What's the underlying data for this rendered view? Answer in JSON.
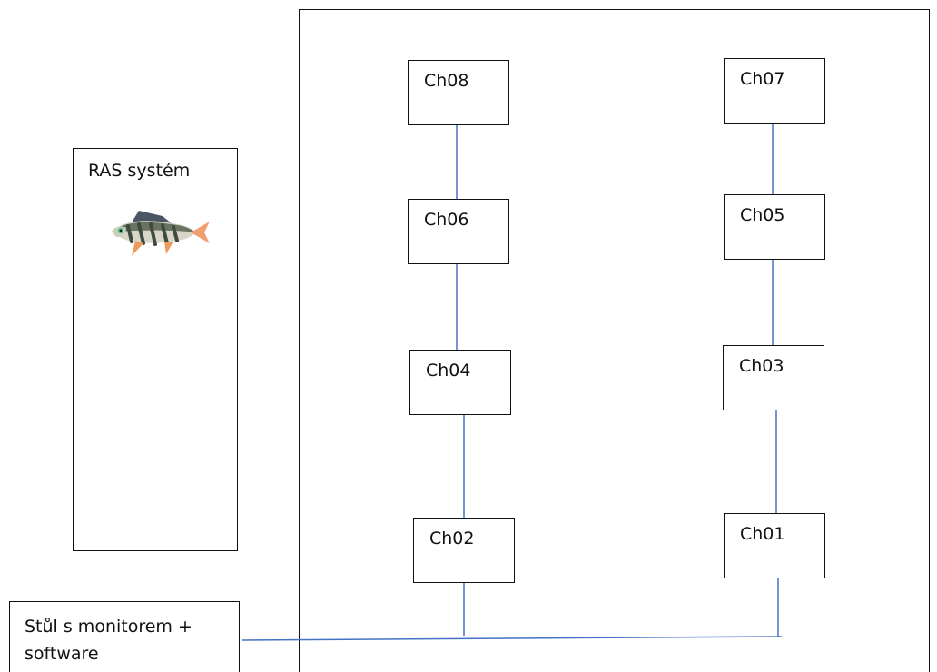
{
  "diagram": {
    "ras_label": "RAS systém",
    "desk_label": "Stůl s monitorem + software",
    "channels": [
      {
        "id": "ch08",
        "label": "Ch08"
      },
      {
        "id": "ch07",
        "label": "Ch07"
      },
      {
        "id": "ch06",
        "label": "Ch06"
      },
      {
        "id": "ch05",
        "label": "Ch05"
      },
      {
        "id": "ch04",
        "label": "Ch04"
      },
      {
        "id": "ch03",
        "label": "Ch03"
      },
      {
        "id": "ch02",
        "label": "Ch02"
      },
      {
        "id": "ch01",
        "label": "Ch01"
      }
    ],
    "colors": {
      "connector": "#4472c4",
      "border": "#111111"
    },
    "icons": {
      "fish": "perch-fish-icon"
    }
  }
}
